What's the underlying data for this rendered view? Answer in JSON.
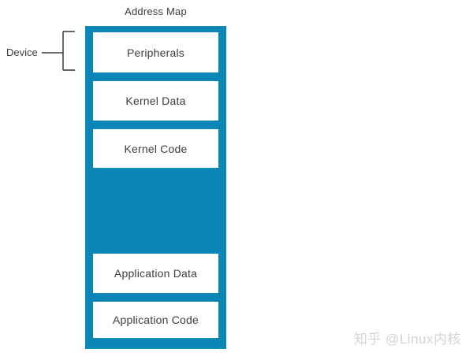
{
  "title": "Address Map",
  "diagram": {
    "device_label": "Device",
    "blocks": [
      {
        "label": "Peripherals"
      },
      {
        "label": "Kernel Data"
      },
      {
        "label": "Kernel Code"
      },
      {
        "label": "Application Data"
      },
      {
        "label": "Application Code"
      }
    ]
  },
  "colors": {
    "column_blue": "#0b87b7",
    "line_color": "#404040",
    "text_color": "#3d3d3d",
    "watermark_color": "#d4d4d4"
  },
  "watermark": "知乎 @Linux内核"
}
